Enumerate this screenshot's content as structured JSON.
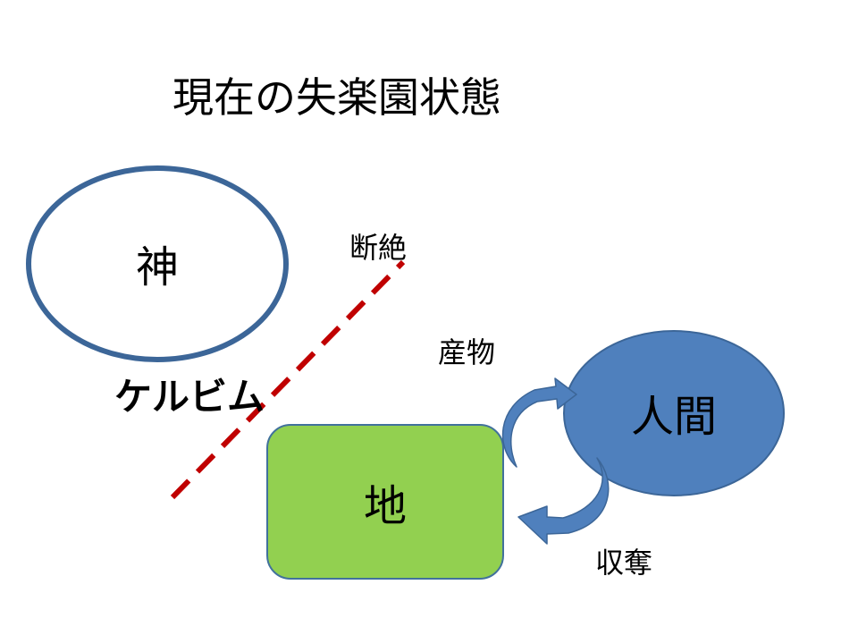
{
  "title": "現在の失楽園状態",
  "nodes": {
    "god": {
      "label": "神",
      "fill": "#ffffff",
      "stroke": "#3c6698"
    },
    "human": {
      "label": "人間",
      "fill": "#4f80bd",
      "stroke": "#3c6698"
    },
    "earth": {
      "label": "地",
      "fill": "#92d050",
      "stroke": "#41719c"
    }
  },
  "labels": {
    "cherubim": "ケルビム",
    "severance": "断絶",
    "produce": "産物",
    "exploitation": "収奪"
  },
  "colors": {
    "severance_line": "#c00000",
    "arrow_fill": "#4f80bd",
    "arrow_stroke": "#3c6698"
  }
}
